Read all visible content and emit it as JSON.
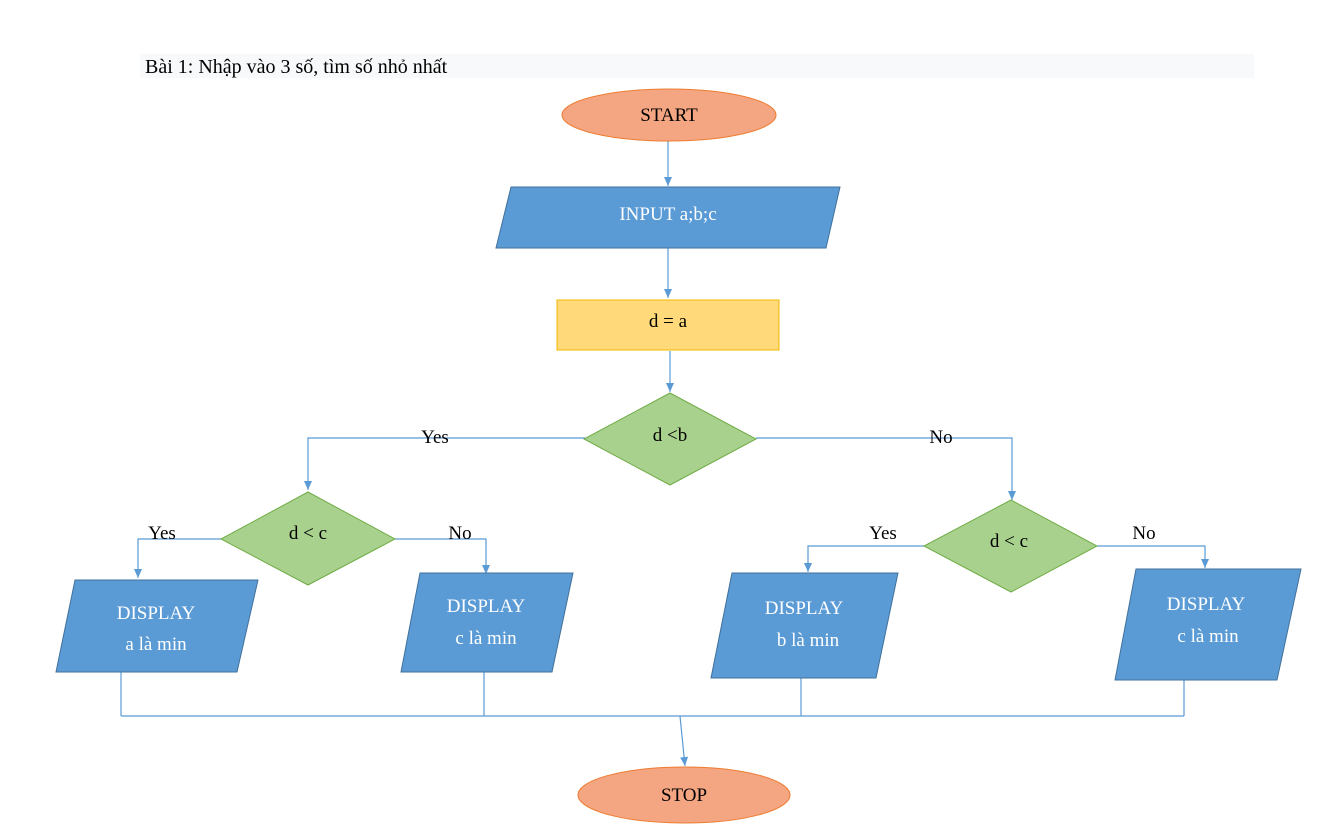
{
  "title": "Bài 1: Nhập vào 3 số, tìm số nhỏ nhất",
  "nodes": {
    "start": "START",
    "input": "INPUT a;b;c",
    "assign": "d = a",
    "cond_main": "d <b",
    "cond_left": "d < c",
    "cond_right": "d < c",
    "display_a": [
      "DISPLAY",
      "a là min"
    ],
    "display_c_left": [
      "DISPLAY",
      "c là min"
    ],
    "display_b": [
      "DISPLAY",
      "b là min"
    ],
    "display_c_right": [
      "DISPLAY",
      "c là min"
    ],
    "stop": "STOP"
  },
  "edge_labels": {
    "main_yes": "Yes",
    "main_no": "No",
    "left_yes": "Yes",
    "left_no": "No",
    "right_yes": "Yes",
    "right_no": "No"
  },
  "colors": {
    "terminal_fill": "#f4a582",
    "terminal_stroke": "#ed7d31",
    "io_fill": "#5b9bd5",
    "io_stroke": "#41719c",
    "process_fill": "#ffd97a",
    "process_stroke": "#f2b600",
    "decision_fill": "#a9d18e",
    "decision_stroke": "#70ad47",
    "connector": "#5b9bd5"
  }
}
